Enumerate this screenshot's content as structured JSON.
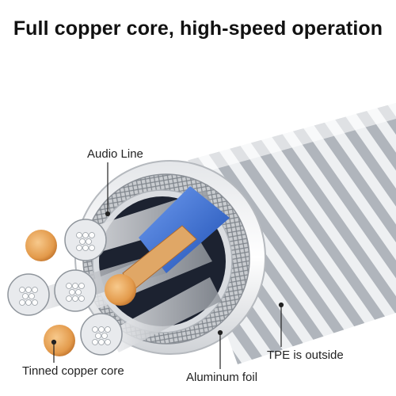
{
  "headline": "Full copper core, high-speed operation",
  "callouts": {
    "audio_line": "Audio Line",
    "tinned_copper_core": "Tinned copper core",
    "aluminum_foil": "Aluminum foil",
    "tpe_outside": "TPE is outside"
  },
  "colors": {
    "copper": "#e9a35a",
    "wire_silver": "#cfd3d8",
    "blue_core": "#3a6fd0",
    "braid_silver": "#b9bec4",
    "jacket_white": "#f3f4f5",
    "text": "#222222"
  }
}
